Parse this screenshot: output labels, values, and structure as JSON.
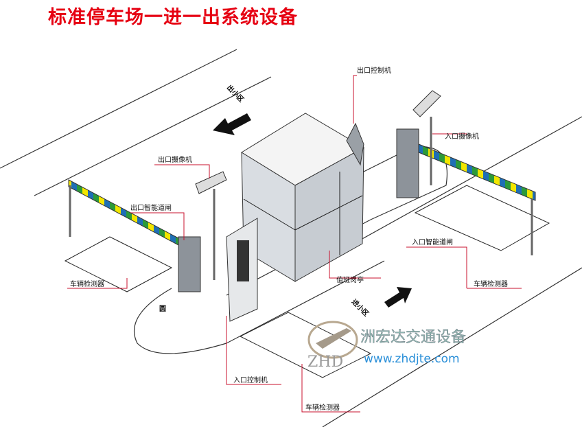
{
  "title": "标准停车场一进一出系统设备",
  "labels": {
    "exit_controller": "出口控制机",
    "entry_camera": "入口摄像机",
    "exit_camera": "出口摄像机",
    "exit_barrier": "出口智能道闸",
    "detector_left": "车辆检测器",
    "island_mark": "圆",
    "booth": "值班岗亭",
    "entry_barrier": "入口智能道闸",
    "detector_right": "车辆检测器",
    "entry_controller": "入口控制机",
    "detector_bottom": "车辆检测器",
    "exit_direction": "出小区",
    "entry_direction": "进小区"
  },
  "logo": {
    "mark": "ZHD",
    "company": "洲宏达交通设备",
    "url": "www.zhdjte.com"
  },
  "colors": {
    "title": "#e60012",
    "barrier_yellow": "#f2e600",
    "barrier_blue": "#1f6fb5",
    "barrier_green": "#2c9a3a",
    "url": "#2a8fd8"
  }
}
